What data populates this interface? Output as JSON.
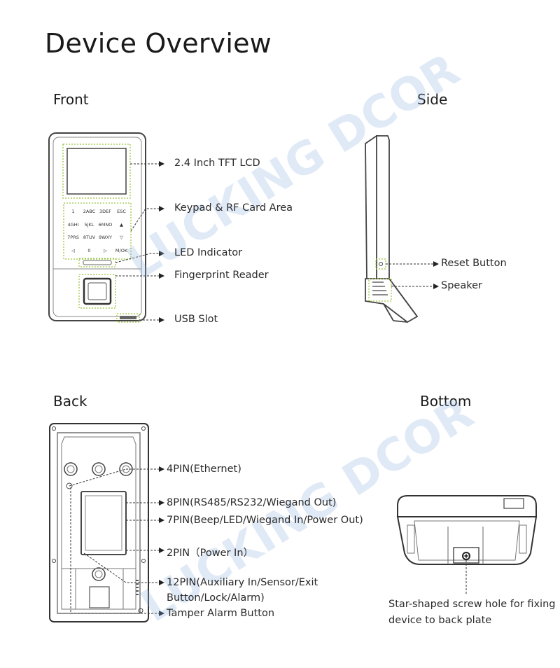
{
  "title": "Device Overview",
  "sections": {
    "front": "Front",
    "side": "Side",
    "back": "Back",
    "bottom": "Bottom"
  },
  "front_labels": {
    "lcd": "2.4 Inch TFT LCD",
    "keypad": "Keypad & RF Card Area",
    "led": "LED Indicator",
    "fingerprint": "Fingerprint Reader",
    "usb": "USB Slot"
  },
  "keypad_keys": [
    "1",
    "2ABC",
    "3DEF",
    "ESC",
    "4GHI",
    "5JKL",
    "6MNO",
    "▲",
    "7PRS",
    "8TUV",
    "9WXY",
    "▽",
    "◁",
    "0",
    "▷",
    "M/OK"
  ],
  "side_labels": {
    "reset": "Reset Button",
    "speaker": "Speaker"
  },
  "back_labels": {
    "pin4": "4PIN(Ethernet)",
    "pin8": "8PIN(RS485/RS232/Wiegand Out)",
    "pin7": "7PIN(Beep/LED/Wiegand In/Power Out)",
    "pin2": "2PIN（Power In）",
    "pin12_line1": "12PIN(Auxiliary In/Sensor/Exit",
    "pin12_line2": "Button/Lock/Alarm)",
    "tamper": "Tamper Alarm Button"
  },
  "bottom_caption": {
    "line1": "Star-shaped screw hole for fixing",
    "line2": "device to back plate"
  },
  "watermark": "LUCKING DCOR",
  "colors": {
    "guide": "#9bc53d",
    "line": "#333333",
    "watermark": "#8fb4dd"
  }
}
